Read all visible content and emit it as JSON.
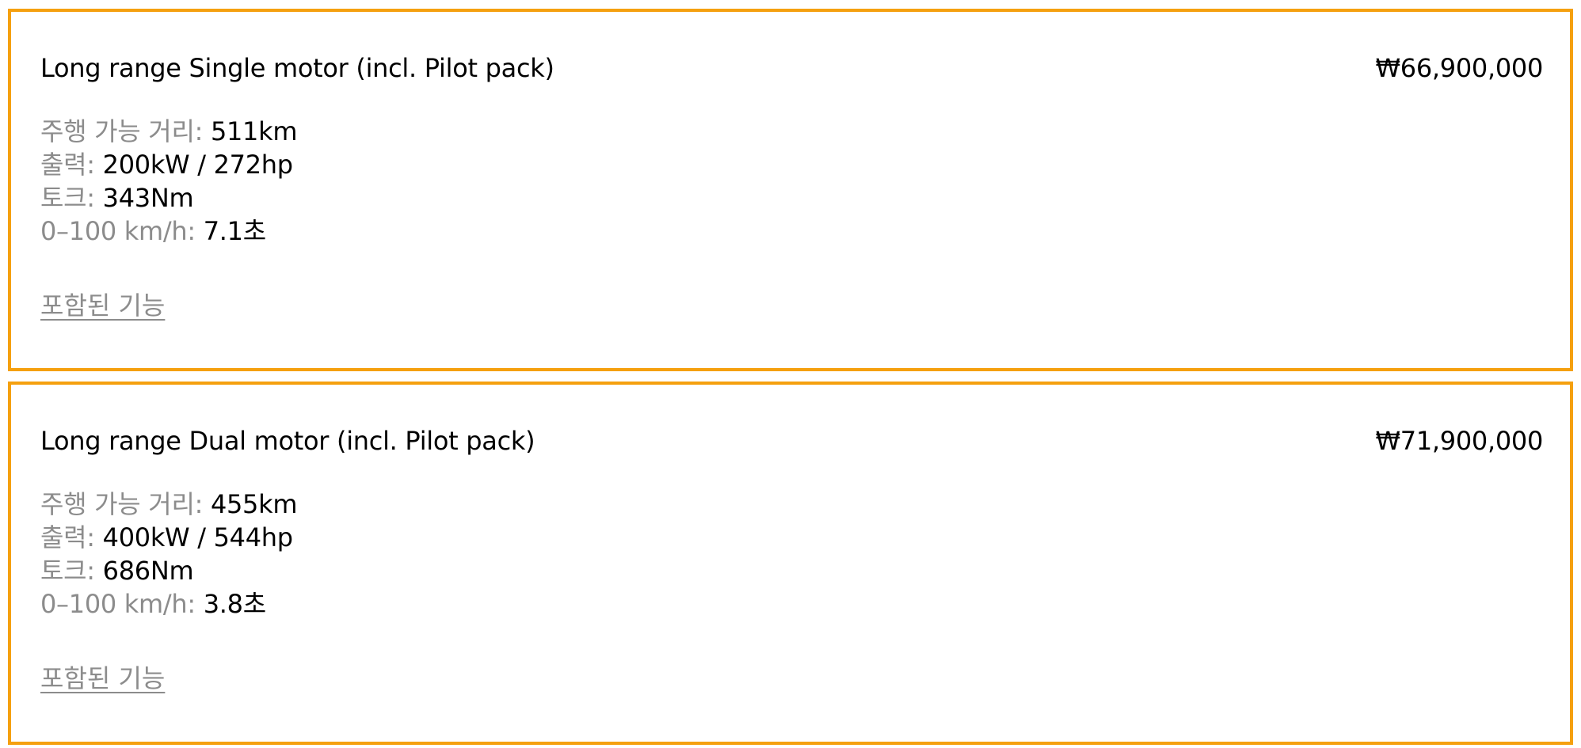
{
  "colors": {
    "card_border": "#f5a00f",
    "label_gray": "#8c8c8c",
    "text": "#000000"
  },
  "variants": [
    {
      "name": "Long range Single motor (incl. Pilot pack)",
      "price": "₩66,900,000",
      "specs": [
        {
          "label": "주행 가능 거리: ",
          "value": "511km"
        },
        {
          "label": "출력: ",
          "value": "200kW / 272hp"
        },
        {
          "label": "토크: ",
          "value": "343Nm"
        },
        {
          "label": "0–100 km/h: ",
          "value": "7.1초"
        }
      ],
      "features_link": "포함된 기능"
    },
    {
      "name": "Long range Dual motor (incl. Pilot pack)",
      "price": "₩71,900,000",
      "specs": [
        {
          "label": "주행 가능 거리: ",
          "value": "455km"
        },
        {
          "label": "출력: ",
          "value": "400kW / 544hp"
        },
        {
          "label": "토크: ",
          "value": "686Nm"
        },
        {
          "label": "0–100 km/h: ",
          "value": "3.8초"
        }
      ],
      "features_link": "포함된 기능"
    }
  ]
}
